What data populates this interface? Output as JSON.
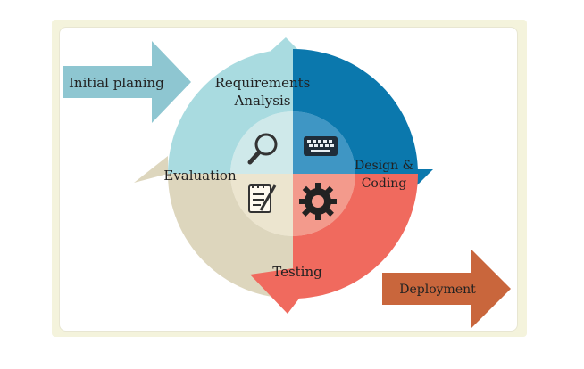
{
  "labels": {
    "initial_planning": "Initial planing",
    "requirements_line1": "Requirements",
    "requirements_line2": "Analysis",
    "design_line1": "Design &",
    "design_line2": "Coding",
    "testing": "Testing",
    "evaluation": "Evaluation",
    "deployment": "Deployment"
  },
  "colors": {
    "requirements": "#a9dbe0",
    "design": "#0b78ad",
    "testing": "#f06a5e",
    "evaluation": "#ddd6bd",
    "initial_arrow": "#8ec6d1",
    "deployment_arrow": "#c9663c"
  },
  "icons": [
    "magnifier-icon",
    "keyboard-icon",
    "notepad-pen-icon",
    "gear-icon"
  ]
}
